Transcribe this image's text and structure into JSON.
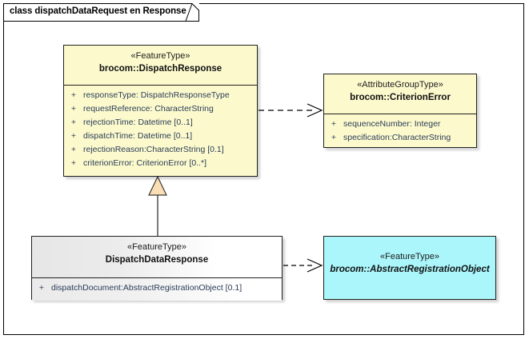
{
  "frame": {
    "title": "class dispatchDataRequest en Response"
  },
  "diagram": {
    "type": "uml-class-diagram",
    "classes": [
      {
        "id": "dispatch-response",
        "stereotype": "«FeatureType»",
        "name": "brocom::DispatchResponse",
        "abstract": false,
        "fill": "#fcfacd",
        "attributes": [
          {
            "visibility": "+",
            "text": "responseType: DispatchResponseType"
          },
          {
            "visibility": "+",
            "text": "requestReference: CharacterString"
          },
          {
            "visibility": "+",
            "text": "rejectionTime: Datetime [0..1]"
          },
          {
            "visibility": "+",
            "text": "dispatchTime: Datetime [0..1]"
          },
          {
            "visibility": "+",
            "text": "rejectionReason:CharacterString [0.1]"
          },
          {
            "visibility": "+",
            "text": "criterionError: CriterionError [0..*]"
          }
        ]
      },
      {
        "id": "criterion-error",
        "stereotype": "«AttributeGroupType»",
        "name": "brocom::CriterionError",
        "abstract": false,
        "fill": "#fcfacd",
        "attributes": [
          {
            "visibility": "+",
            "text": "sequenceNumber: Integer"
          },
          {
            "visibility": "+",
            "text": "specification:CharacterString"
          }
        ]
      },
      {
        "id": "dispatch-data-response",
        "stereotype": "«FeatureType»",
        "name": "DispatchDataResponse",
        "abstract": false,
        "fill": "#ffffff",
        "attributes": [
          {
            "visibility": "+",
            "text": "dispatchDocument:AbstractRegistrationObject [0.1]"
          }
        ]
      },
      {
        "id": "abstract-registration-object",
        "stereotype": "«FeatureType»",
        "name": "brocom::AbstractRegistrationObject",
        "abstract": true,
        "fill": "#aaf6fb",
        "attributes": []
      }
    ],
    "connectors": [
      {
        "id": "dependency-dispatch-response-to-criterion-error",
        "type": "dependency",
        "style": "dashed-open-arrow",
        "from": "dispatch-response",
        "to": "criterion-error"
      },
      {
        "id": "generalization-dispatch-data-response-to-dispatch-response",
        "type": "generalization",
        "style": "solid-hollow-triangle",
        "from": "dispatch-data-response",
        "to": "dispatch-response"
      },
      {
        "id": "dependency-dispatch-data-response-to-abstract-registration-object",
        "type": "dependency",
        "style": "dashed-open-arrow",
        "from": "dispatch-data-response",
        "to": "abstract-registration-object"
      }
    ]
  },
  "colors": {
    "class_yellow": "#fcfacd",
    "class_cyan": "#aaf6fb",
    "class_gray": "#eaeaea",
    "border": "#20201d",
    "attribute_text": "#2b3c57",
    "generalization_fill": "#fadfb4"
  }
}
